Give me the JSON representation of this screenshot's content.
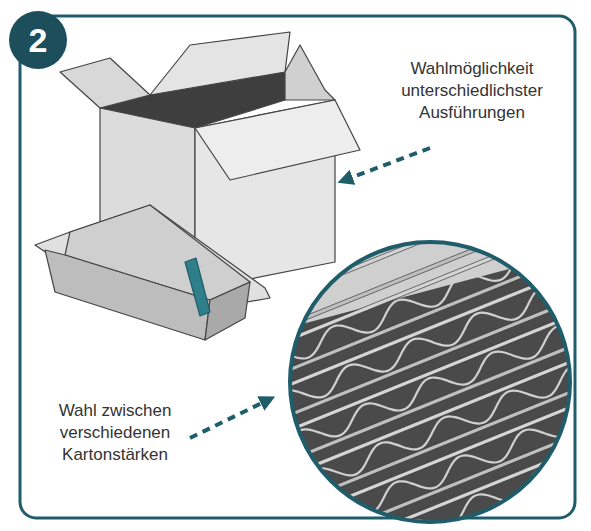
{
  "diagram": {
    "labels": [
      "2",
      "Wahlmöglichkeit unterschiedlichster Ausführungen",
      "Wahl zwischen verschiedenen Kartonstärken"
    ]
  }
}
